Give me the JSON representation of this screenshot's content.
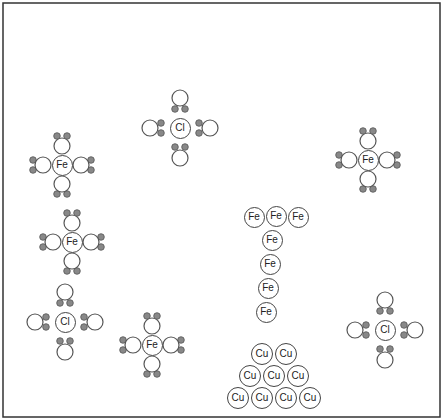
{
  "diagram": {
    "nodes": [
      {
        "text": [
          "Fe"
        ]
      },
      {
        "text": [
          "Cl"
        ]
      },
      {
        "text": [
          "Fe"
        ]
      },
      {
        "text": [
          "Fe"
        ]
      },
      {
        "text": [
          "Fe"
        ]
      },
      {
        "text": [
          "Fe"
        ]
      },
      {
        "text": [
          "Fe"
        ]
      },
      {
        "text": [
          "Fe"
        ]
      },
      {
        "text": [
          "Fe"
        ]
      },
      {
        "text": [
          "Fe"
        ]
      },
      {
        "text": [
          "Fe"
        ]
      },
      {
        "text": [
          "Cl"
        ]
      },
      {
        "text": [
          "Fe"
        ]
      },
      {
        "text": [
          "Cl"
        ]
      },
      {
        "text": [
          "Cu"
        ]
      },
      {
        "text": [
          "Cu"
        ]
      },
      {
        "text": [
          "Cu"
        ]
      },
      {
        "text": [
          "Cu"
        ]
      },
      {
        "text": [
          "Cu"
        ]
      },
      {
        "text": [
          "Cu"
        ]
      },
      {
        "text": [
          "Cu"
        ]
      },
      {
        "text": [
          "Cu"
        ]
      },
      {
        "text": [
          "Cu"
        ]
      }
    ]
  }
}
